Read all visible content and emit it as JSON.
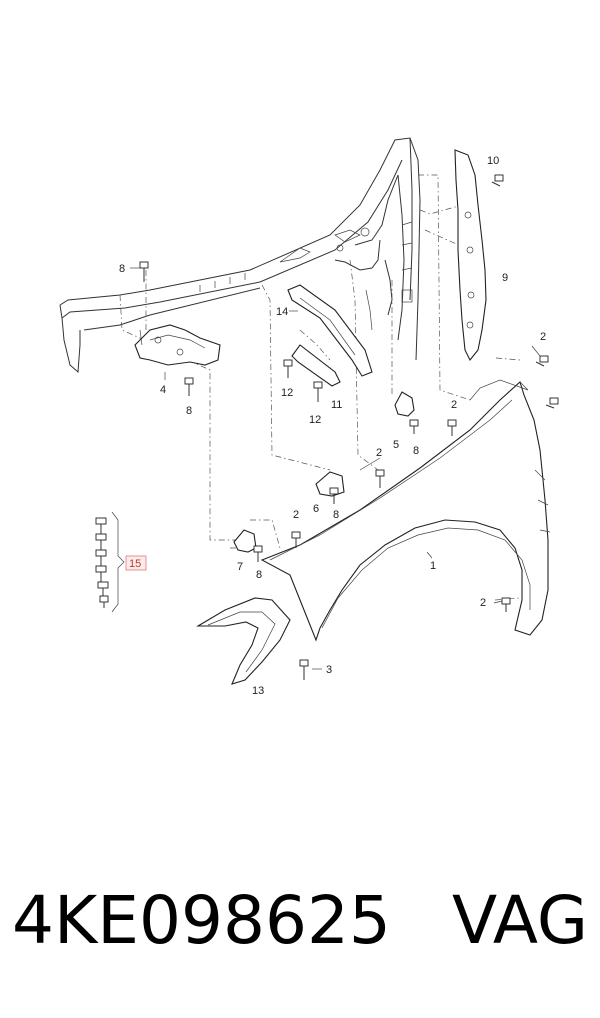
{
  "diagram": {
    "callouts": [
      {
        "id": "c1",
        "text": "1"
      },
      {
        "id": "c2a",
        "text": "2"
      },
      {
        "id": "c2b",
        "text": "2"
      },
      {
        "id": "c2c",
        "text": "2"
      },
      {
        "id": "c2d",
        "text": "2"
      },
      {
        "id": "c2e",
        "text": "2"
      },
      {
        "id": "c3",
        "text": "3"
      },
      {
        "id": "c4",
        "text": "4"
      },
      {
        "id": "c5",
        "text": "5"
      },
      {
        "id": "c6",
        "text": "6"
      },
      {
        "id": "c7",
        "text": "7"
      },
      {
        "id": "c8a",
        "text": "8"
      },
      {
        "id": "c8b",
        "text": "8"
      },
      {
        "id": "c8c",
        "text": "8"
      },
      {
        "id": "c8d",
        "text": "8"
      },
      {
        "id": "c8e",
        "text": "8"
      },
      {
        "id": "c9",
        "text": "9"
      },
      {
        "id": "c10",
        "text": "10"
      },
      {
        "id": "c11",
        "text": "11"
      },
      {
        "id": "c12a",
        "text": "12"
      },
      {
        "id": "c12b",
        "text": "12"
      },
      {
        "id": "c13",
        "text": "13"
      },
      {
        "id": "c14",
        "text": "14"
      },
      {
        "id": "c15",
        "text": "15"
      }
    ]
  },
  "footer": {
    "part_number": "4KE098625",
    "brand": "VAG"
  }
}
